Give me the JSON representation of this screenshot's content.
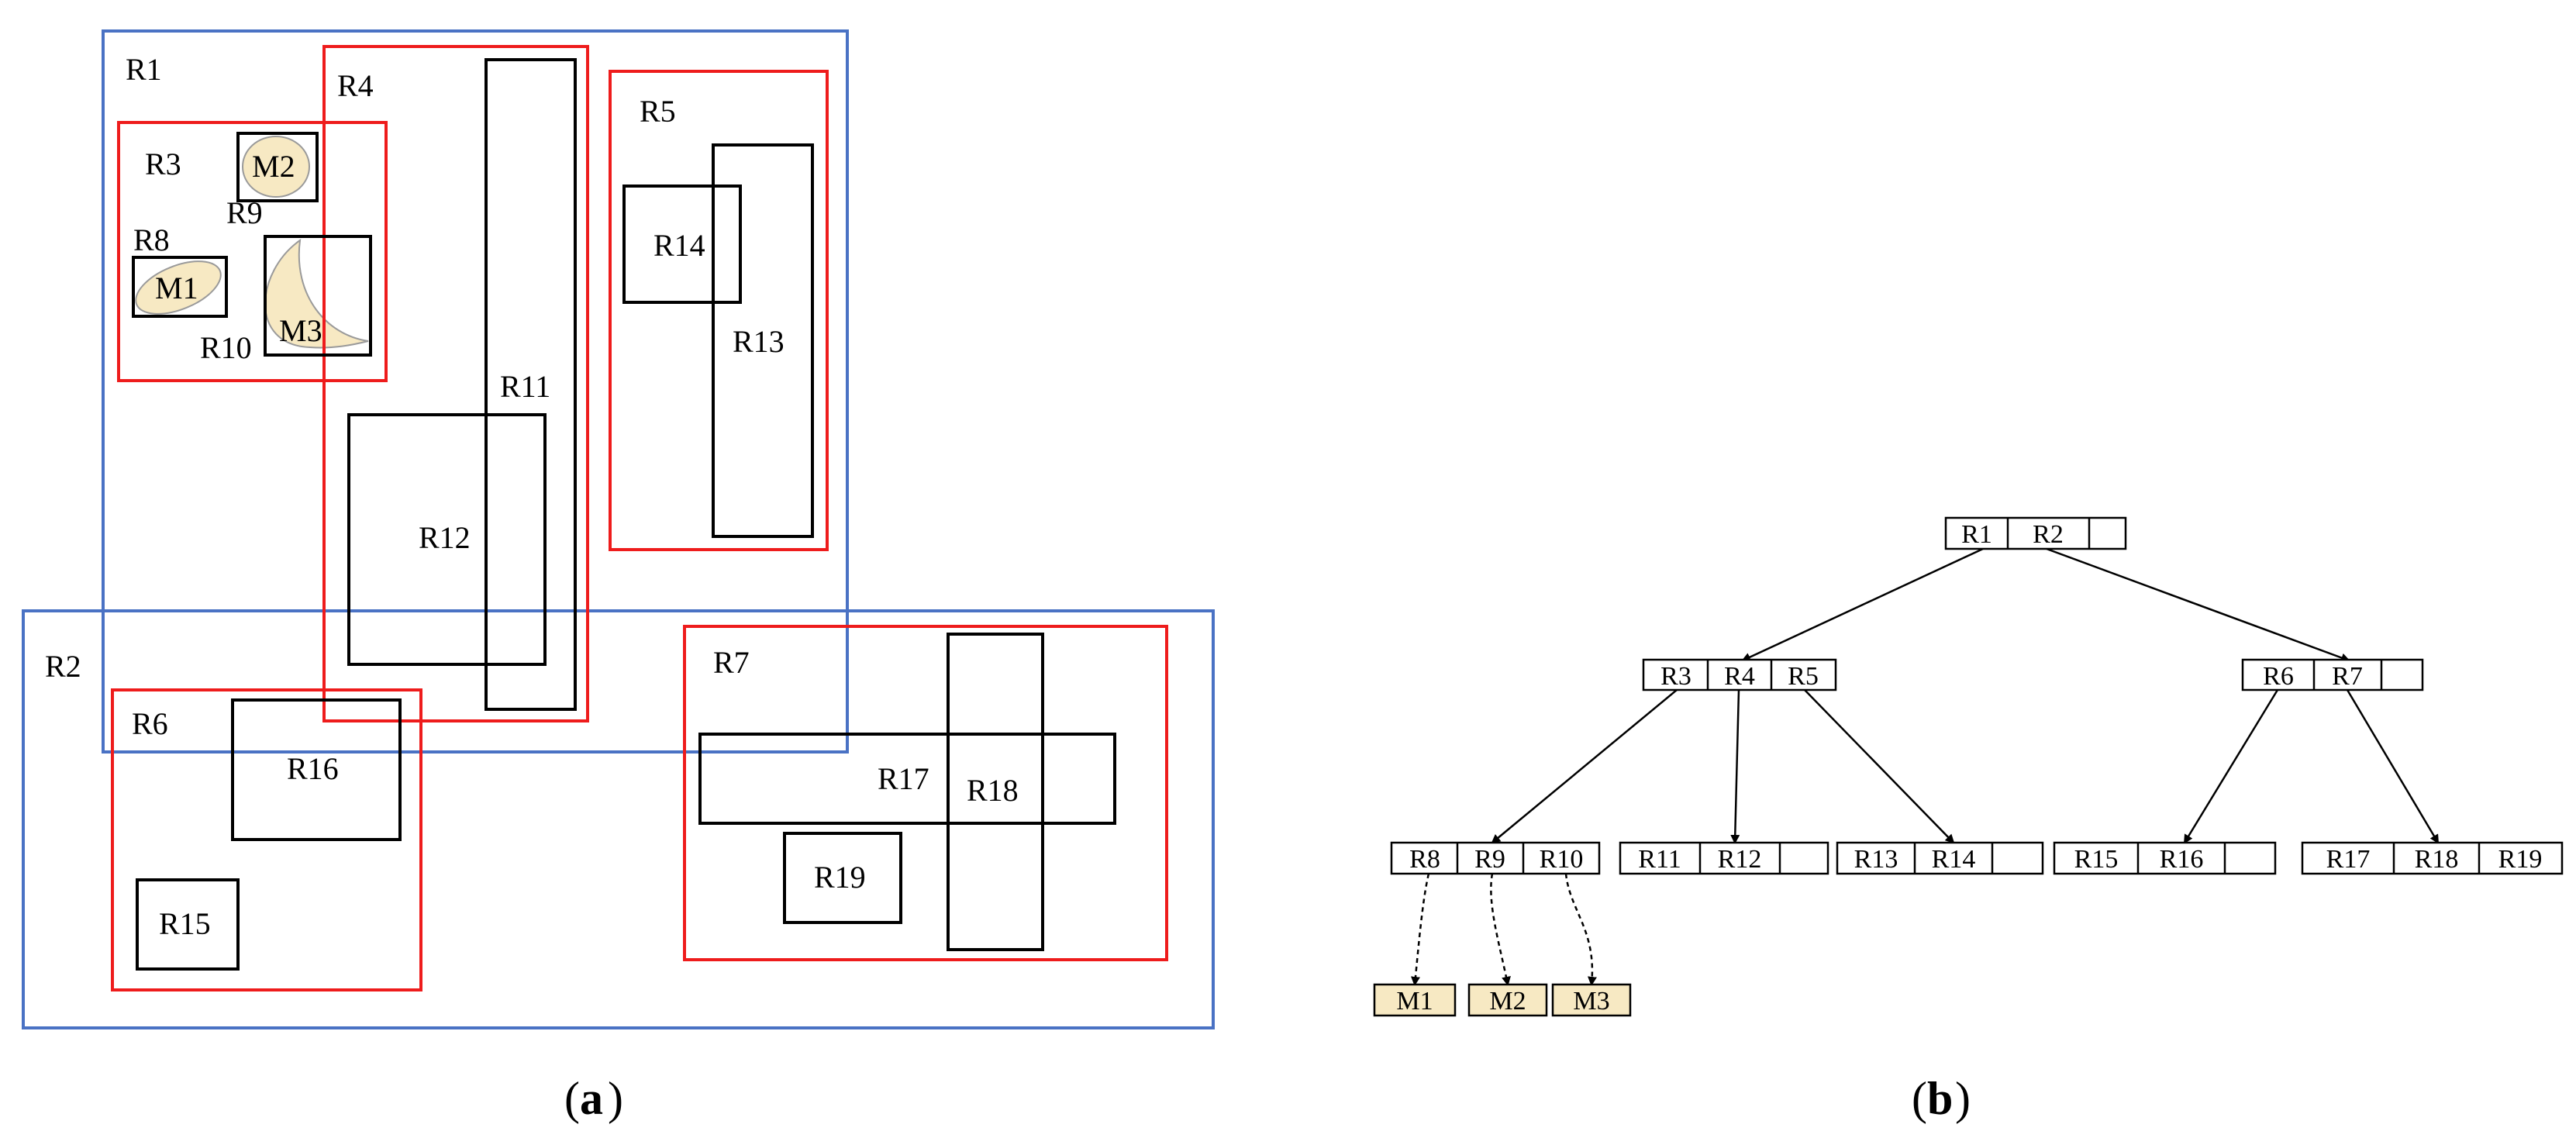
{
  "panel_a": {
    "caption_letter": "a",
    "region_labels": {
      "R1": "R1",
      "R2": "R2",
      "R3": "R3",
      "R4": "R4",
      "R5": "R5",
      "R6": "R6",
      "R7": "R7",
      "R8": "R8",
      "R9": "R9",
      "R10": "R10",
      "R11": "R11",
      "R12": "R12",
      "R13": "R13",
      "R14": "R14",
      "R15": "R15",
      "R16": "R16",
      "R17": "R17",
      "R18": "R18",
      "R19": "R19"
    },
    "object_labels": {
      "M1": "M1",
      "M2": "M2",
      "M3": "M3"
    }
  },
  "panel_b": {
    "caption_letter": "b",
    "tree": {
      "root": [
        "R1",
        "R2",
        ""
      ],
      "level1": [
        [
          "R3",
          "R4",
          "R5"
        ],
        [
          "R6",
          "R7",
          ""
        ]
      ],
      "leaves": [
        [
          "R8",
          "R9",
          "R10"
        ],
        [
          "R11",
          "R12",
          ""
        ],
        [
          "R13",
          "R14",
          ""
        ],
        [
          "R15",
          "R16",
          ""
        ],
        [
          "R17",
          "R18",
          "R19"
        ]
      ],
      "objects": [
        "M1",
        "M2",
        "M3"
      ]
    }
  },
  "colors": {
    "level1_region": "#4a72c4",
    "level2_region": "#ee1c1c",
    "leaf_region": "#000000",
    "object_fill": "#f7e9c3",
    "object_node_fill": "#f7e9c3"
  }
}
